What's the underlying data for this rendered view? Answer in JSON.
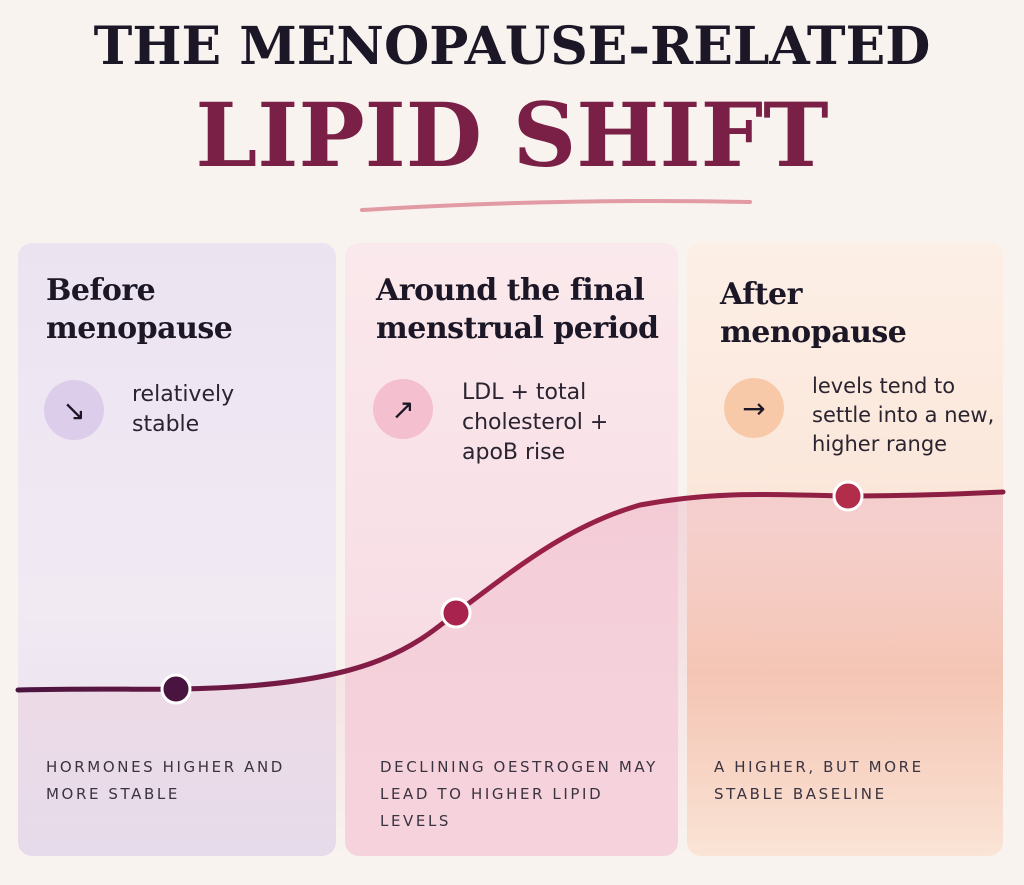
{
  "title": {
    "line1": "THE MENOPAUSE-RELATED",
    "line2": "LIPID SHIFT"
  },
  "colors": {
    "accent": "#7a1f45",
    "dark": "#1c1726",
    "dot_before": "#4a1440",
    "dot_around": "#a8244f",
    "dot_after": "#b22d4a"
  },
  "stages": [
    {
      "heading": "Before menopause",
      "icon": "arrow-down-right-icon",
      "glyph": "↘",
      "description": "relatively stable",
      "note": "HORMONES HIGHER AND MORE STABLE"
    },
    {
      "heading": "Around the final menstrual period",
      "icon": "arrow-up-right-icon",
      "glyph": "↗",
      "description": "LDL + total cholesterol + apoB rise",
      "note": "DECLINING OESTROGEN MAY LEAD TO HIGHER LIPID LEVELS"
    },
    {
      "heading": "After menopause",
      "icon": "arrow-right-icon",
      "glyph": "→",
      "description": "levels tend to settle into a new, higher range",
      "note": "A HIGHER, BUT MORE STABLE BASELINE"
    }
  ],
  "trend": {
    "levels": [
      0,
      0.5,
      1
    ]
  }
}
